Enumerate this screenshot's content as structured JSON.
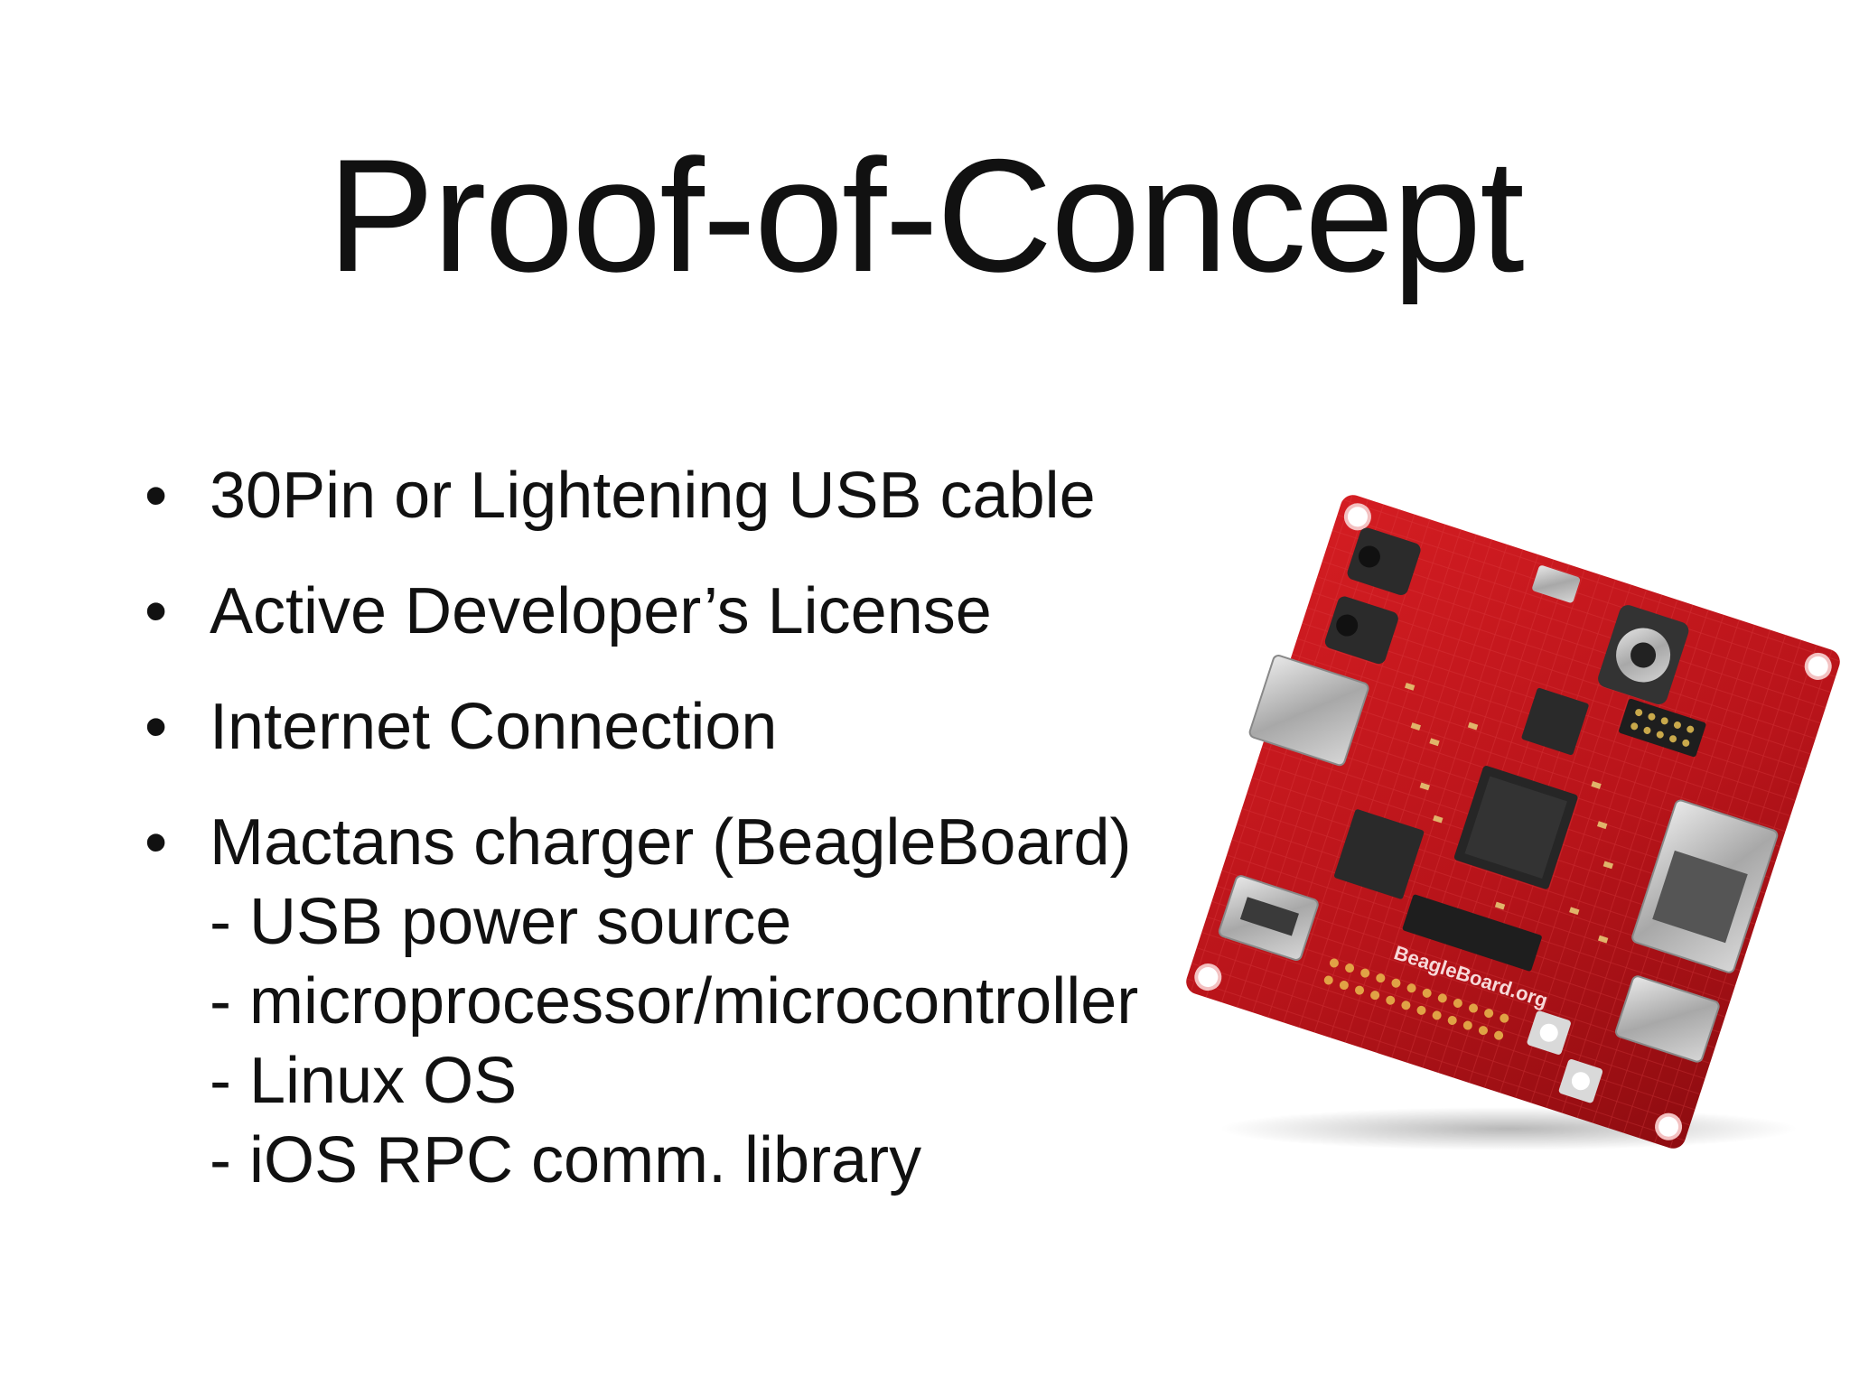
{
  "title": "Proof-of-Concept",
  "bullets": [
    {
      "text": "30Pin or Lightening USB cable"
    },
    {
      "text": "Active Developer’s License"
    },
    {
      "text": "Internet Connection"
    },
    {
      "text": "Mactans charger (BeagleBoard)",
      "sub": [
        "- USB power source",
        "- microprocessor/microcontroller",
        "- Linux OS",
        "- iOS RPC comm. library"
      ]
    }
  ],
  "bullet_glyph": "•",
  "image": {
    "icon": "circuit-board-photo",
    "board_label": "BeagleBoard.org",
    "colors": {
      "pcb": "#c0141a",
      "pcb_dark": "#8e0c10",
      "metal": "#bfbfbf",
      "chip": "#2a2a2a"
    }
  }
}
